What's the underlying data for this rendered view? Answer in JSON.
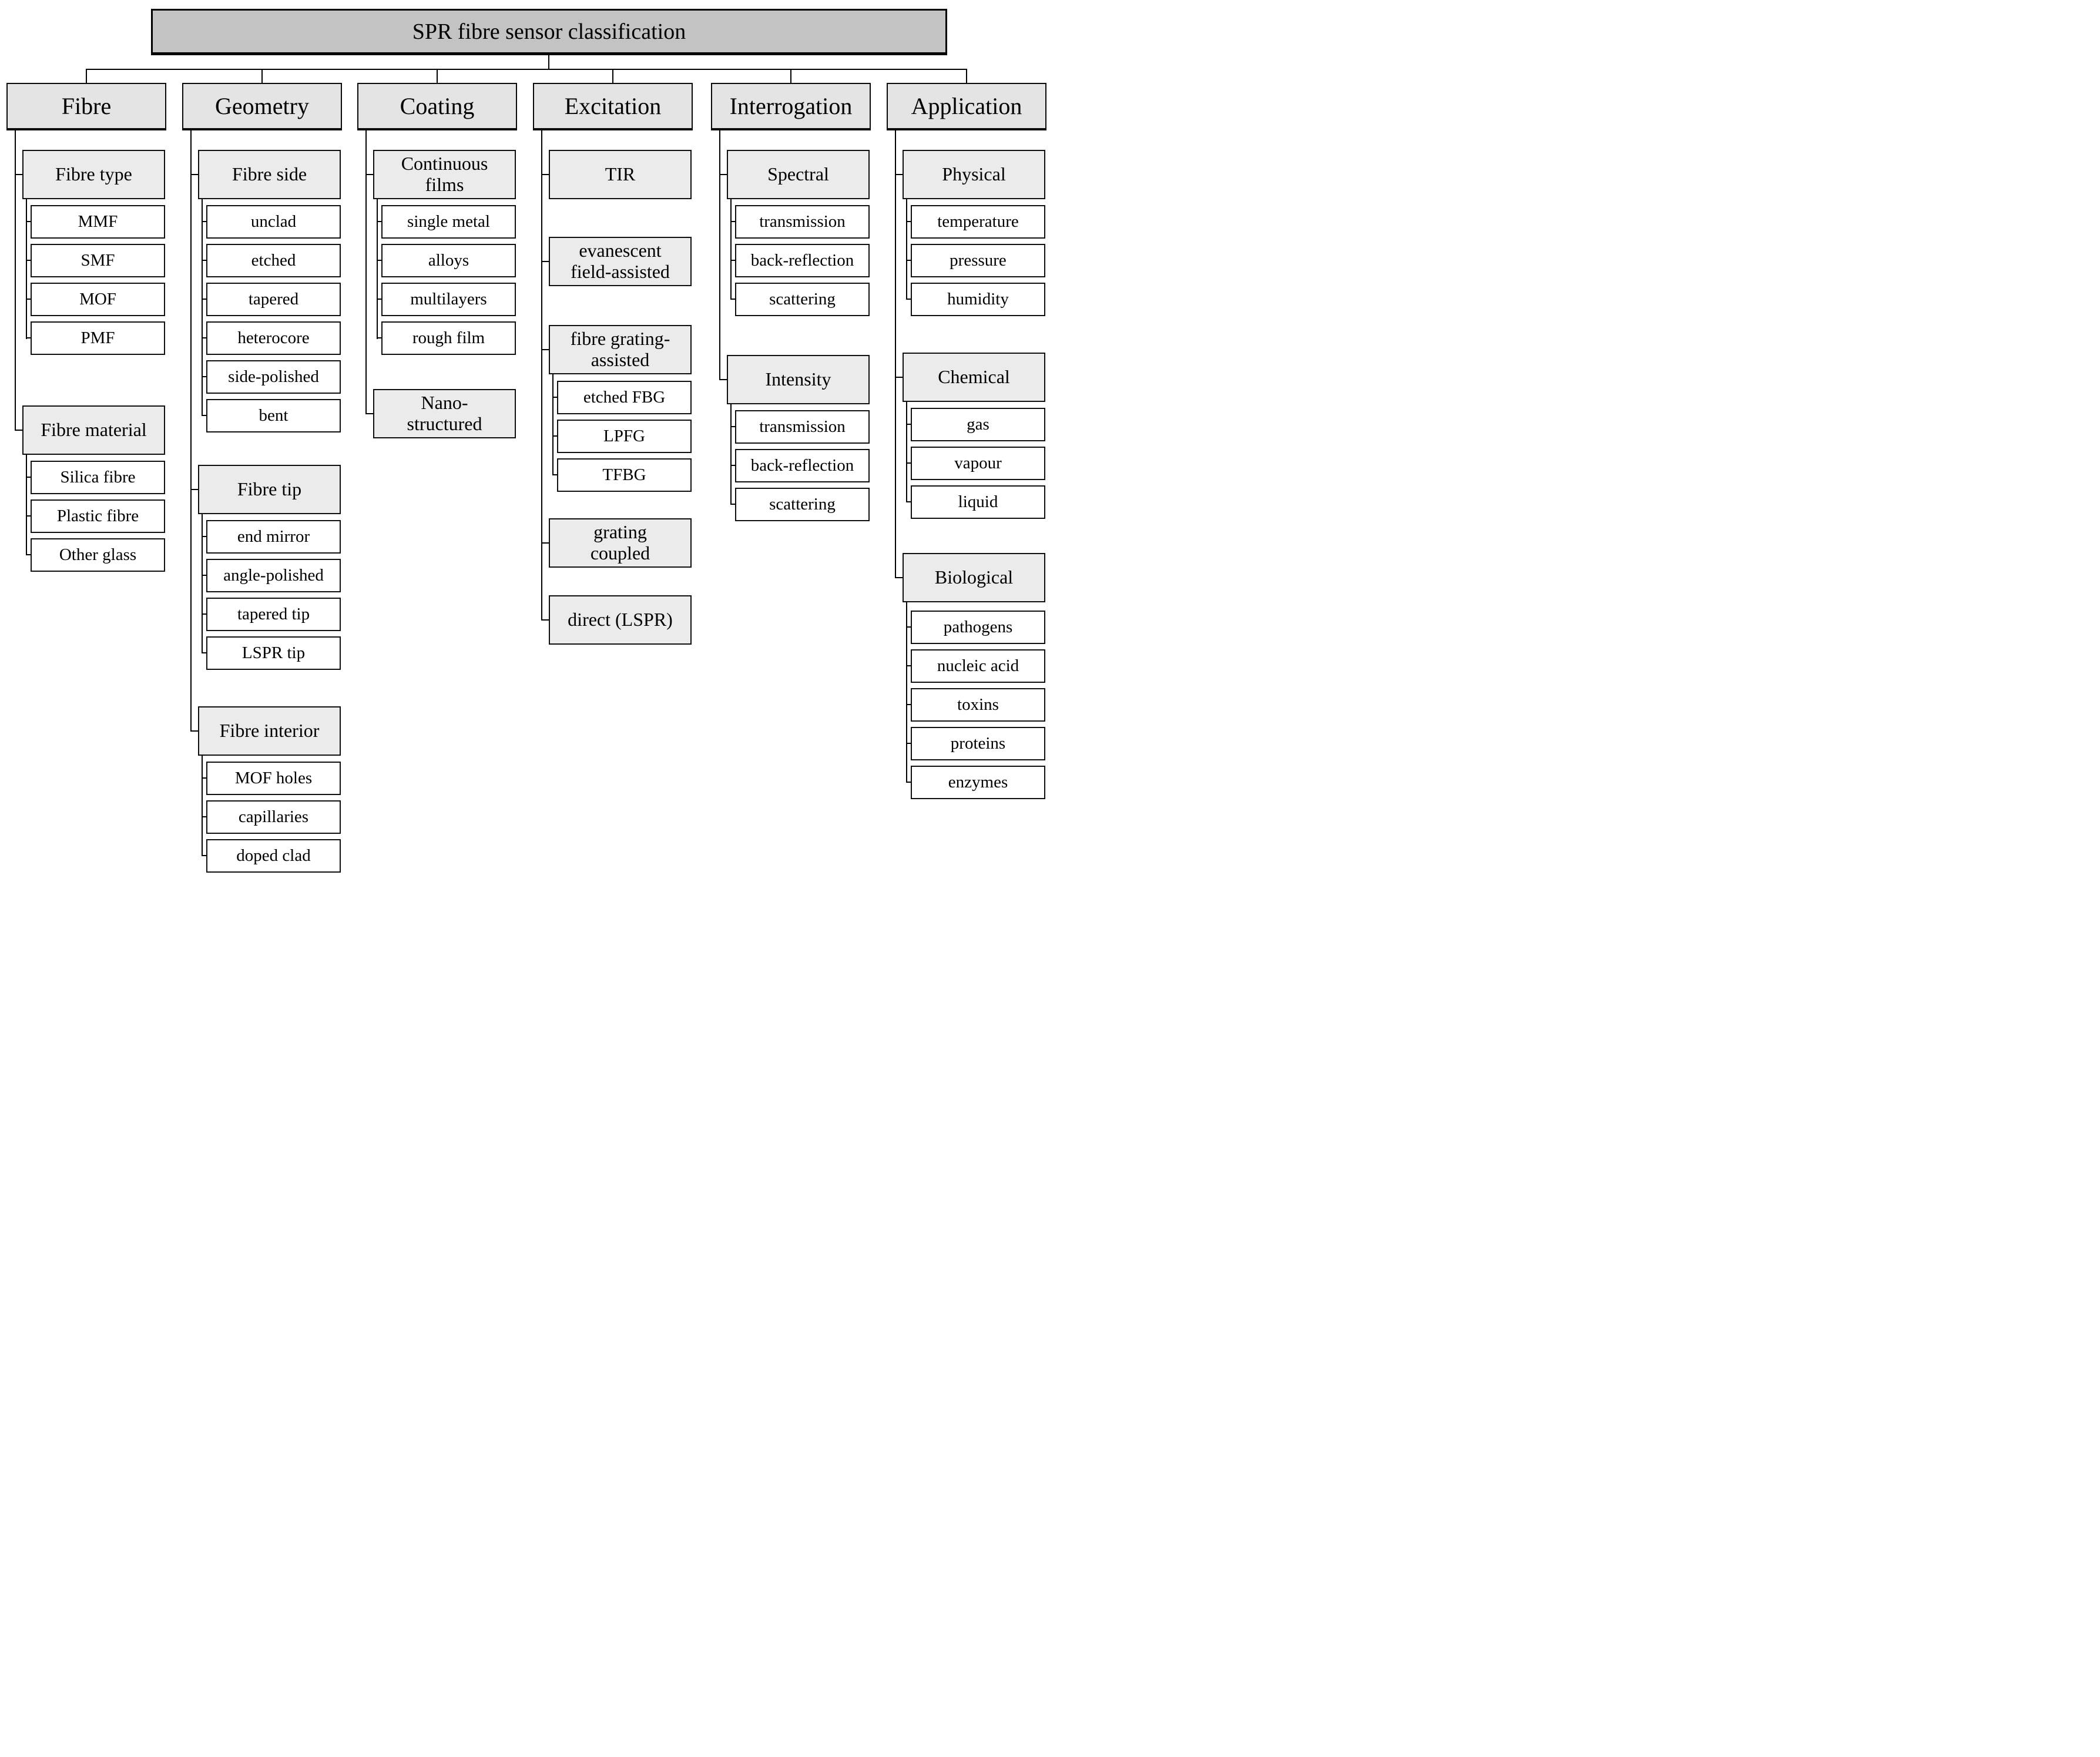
{
  "title": "SPR fibre sensor classification",
  "columns": [
    {
      "label": "Fibre",
      "groups": [
        {
          "label": "Fibre type",
          "children": [
            "MMF",
            "SMF",
            "MOF",
            "PMF"
          ]
        },
        {
          "label": "Fibre material",
          "children": [
            "Silica fibre",
            "Plastic fibre",
            "Other glass"
          ]
        }
      ]
    },
    {
      "label": "Geometry",
      "groups": [
        {
          "label": "Fibre side",
          "children": [
            "unclad",
            "etched",
            "tapered",
            "heterocore",
            "side-polished",
            "bent"
          ]
        },
        {
          "label": "Fibre tip",
          "children": [
            "end mirror",
            "angle-polished",
            "tapered tip",
            "LSPR tip"
          ]
        },
        {
          "label": "Fibre interior",
          "children": [
            "MOF holes",
            "capillaries",
            "doped clad"
          ]
        }
      ]
    },
    {
      "label": "Coating",
      "groups": [
        {
          "label": "Continuous films",
          "children": [
            "single metal",
            "alloys",
            "multilayers",
            "rough film"
          ]
        },
        {
          "label": "Nano-structured",
          "children": []
        }
      ]
    },
    {
      "label": "Excitation",
      "groups": [
        {
          "label": "TIR",
          "children": []
        },
        {
          "label": "evanescent field-assisted",
          "children": []
        },
        {
          "label": "fibre grating-assisted",
          "children": [
            "etched FBG",
            "LPFG",
            "TFBG"
          ]
        },
        {
          "label": "grating coupled",
          "children": []
        },
        {
          "label": "direct (LSPR)",
          "children": []
        }
      ]
    },
    {
      "label": "Interrogation",
      "groups": [
        {
          "label": "Spectral",
          "children": [
            "transmission",
            "back-reflection",
            "scattering"
          ]
        },
        {
          "label": "Intensity",
          "children": [
            "transmission",
            "back-reflection",
            "scattering"
          ]
        }
      ]
    },
    {
      "label": "Application",
      "groups": [
        {
          "label": "Physical",
          "children": [
            "temperature",
            "pressure",
            "humidity"
          ]
        },
        {
          "label": "Chemical",
          "children": [
            "gas",
            "vapour",
            "liquid"
          ]
        },
        {
          "label": "Biological",
          "children": [
            "pathogens",
            "nucleic acid",
            "toxins",
            "proteins",
            "enzymes"
          ]
        }
      ]
    }
  ],
  "colors": {
    "title_bg": "#c3c3c3",
    "header_bg": "#e4e4e4",
    "group_bg": "#ebebeb",
    "leaf_bg": "#ffffff",
    "line": "#000000"
  }
}
